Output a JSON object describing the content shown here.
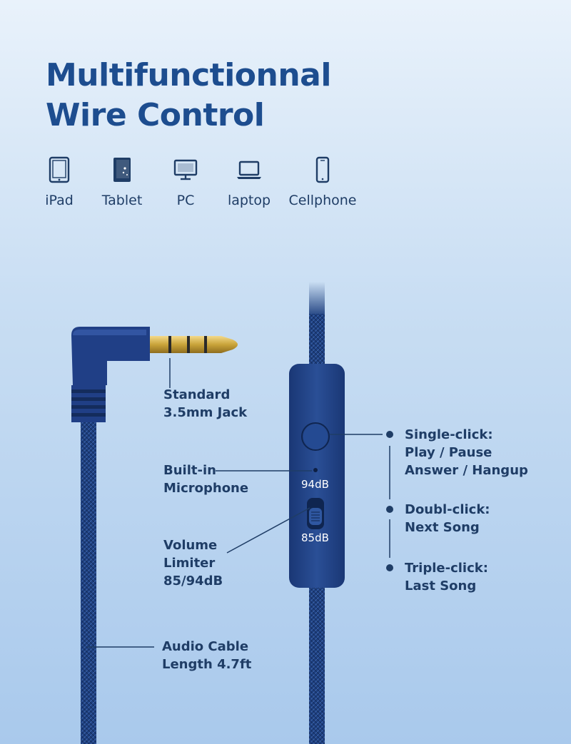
{
  "title": {
    "line1": "Multifunctionnal",
    "line2": "Wire Control"
  },
  "devices": [
    {
      "label": "iPad",
      "icon": "ipad-icon"
    },
    {
      "label": "Tablet",
      "icon": "tablet-icon"
    },
    {
      "label": "PC",
      "icon": "pc-icon"
    },
    {
      "label": "laptop",
      "icon": "laptop-icon"
    },
    {
      "label": "Cellphone",
      "icon": "cellphone-icon"
    }
  ],
  "callouts": {
    "jack": [
      "Standard",
      "3.5mm Jack"
    ],
    "microphone": [
      "Built-in",
      "Microphone"
    ],
    "limiter": [
      "Volume",
      "Limiter",
      "85/94dB"
    ],
    "cable": [
      "Audio Cable",
      "Length 4.7ft"
    ],
    "single_click": [
      "Single-click:",
      "Play / Pause",
      "Answer / Hangup"
    ],
    "double_click": [
      "Doubl-click:",
      "Next Song"
    ],
    "triple_click": [
      "Triple-click:",
      "Last Song"
    ]
  },
  "remote": {
    "db_high": "94dB",
    "db_low": "85dB"
  },
  "colors": {
    "title": "#1d4d8f",
    "text": "#1f3d66",
    "cable": "#1d3f7f",
    "gold": "#c9a43a"
  }
}
